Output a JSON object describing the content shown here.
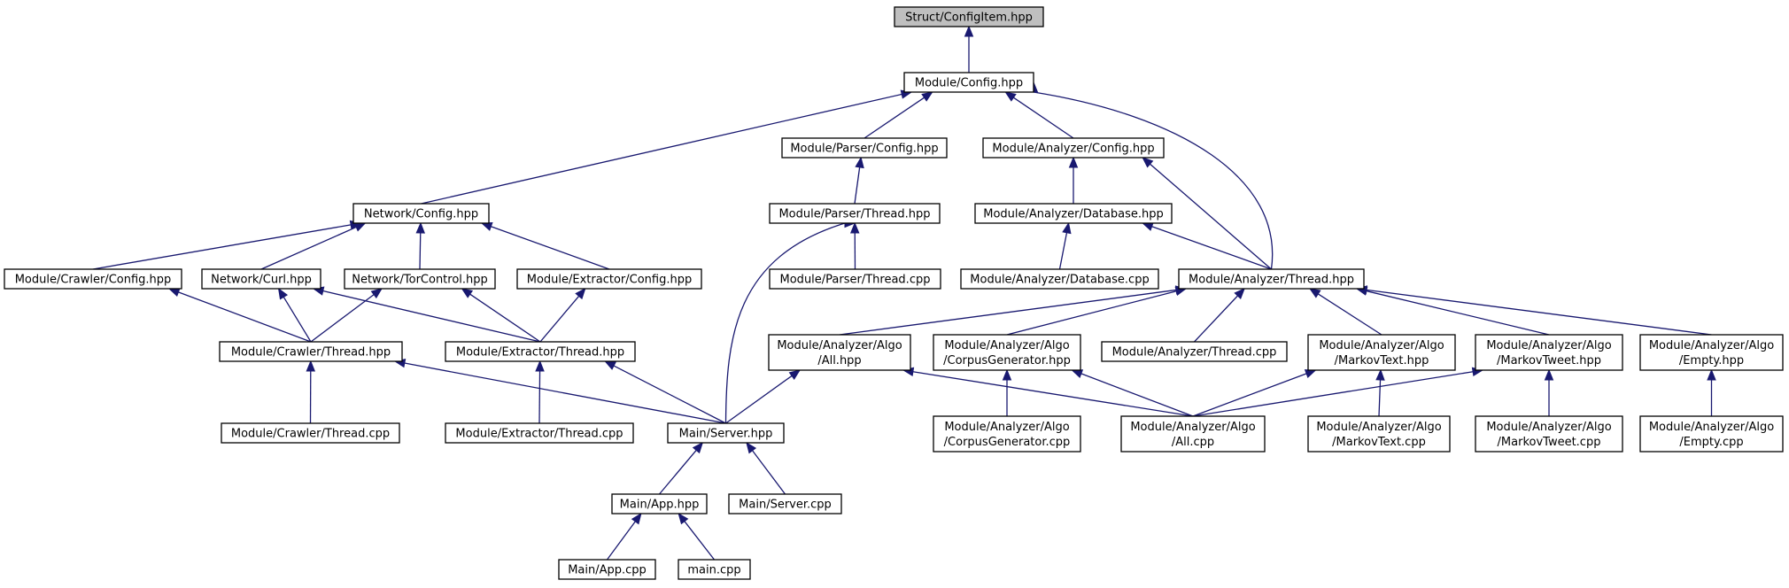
{
  "graph": {
    "nodes": [
      {
        "id": "struct-configitem",
        "lines": [
          "Struct/ConfigItem.hpp"
        ],
        "root": true
      },
      {
        "id": "module-config",
        "lines": [
          "Module/Config.hpp"
        ]
      },
      {
        "id": "module-parser-config",
        "lines": [
          "Module/Parser/Config.hpp"
        ]
      },
      {
        "id": "module-analyzer-config",
        "lines": [
          "Module/Analyzer/Config.hpp"
        ]
      },
      {
        "id": "network-config",
        "lines": [
          "Network/Config.hpp"
        ]
      },
      {
        "id": "module-parser-thread-hpp",
        "lines": [
          "Module/Parser/Thread.hpp"
        ]
      },
      {
        "id": "module-analyzer-database-hpp",
        "lines": [
          "Module/Analyzer/Database.hpp"
        ]
      },
      {
        "id": "module-crawler-config",
        "lines": [
          "Module/Crawler/Config.hpp"
        ]
      },
      {
        "id": "network-curl",
        "lines": [
          "Network/Curl.hpp"
        ]
      },
      {
        "id": "network-torcontrol",
        "lines": [
          "Network/TorControl.hpp"
        ]
      },
      {
        "id": "module-extractor-config",
        "lines": [
          "Module/Extractor/Config.hpp"
        ]
      },
      {
        "id": "module-parser-thread-cpp",
        "lines": [
          "Module/Parser/Thread.cpp"
        ]
      },
      {
        "id": "module-analyzer-database-cpp",
        "lines": [
          "Module/Analyzer/Database.cpp"
        ]
      },
      {
        "id": "module-analyzer-thread-hpp",
        "lines": [
          "Module/Analyzer/Thread.hpp"
        ]
      },
      {
        "id": "module-crawler-thread-hpp",
        "lines": [
          "Module/Crawler/Thread.hpp"
        ]
      },
      {
        "id": "module-extractor-thread-hpp",
        "lines": [
          "Module/Extractor/Thread.hpp"
        ]
      },
      {
        "id": "algo-all-hpp",
        "lines": [
          "Module/Analyzer/Algo",
          "/All.hpp"
        ]
      },
      {
        "id": "algo-corpusgenerator-hpp",
        "lines": [
          "Module/Analyzer/Algo",
          "/CorpusGenerator.hpp"
        ]
      },
      {
        "id": "module-analyzer-thread-cpp",
        "lines": [
          "Module/Analyzer/Thread.cpp"
        ]
      },
      {
        "id": "algo-markovtext-hpp",
        "lines": [
          "Module/Analyzer/Algo",
          "/MarkovText.hpp"
        ]
      },
      {
        "id": "algo-markovtweet-hpp",
        "lines": [
          "Module/Analyzer/Algo",
          "/MarkovTweet.hpp"
        ]
      },
      {
        "id": "algo-empty-hpp",
        "lines": [
          "Module/Analyzer/Algo",
          "/Empty.hpp"
        ]
      },
      {
        "id": "module-crawler-thread-cpp",
        "lines": [
          "Module/Crawler/Thread.cpp"
        ]
      },
      {
        "id": "module-extractor-thread-cpp",
        "lines": [
          "Module/Extractor/Thread.cpp"
        ]
      },
      {
        "id": "main-server-hpp",
        "lines": [
          "Main/Server.hpp"
        ]
      },
      {
        "id": "algo-corpusgenerator-cpp",
        "lines": [
          "Module/Analyzer/Algo",
          "/CorpusGenerator.cpp"
        ]
      },
      {
        "id": "algo-all-cpp",
        "lines": [
          "Module/Analyzer/Algo",
          "/All.cpp"
        ]
      },
      {
        "id": "algo-markovtext-cpp",
        "lines": [
          "Module/Analyzer/Algo",
          "/MarkovText.cpp"
        ]
      },
      {
        "id": "algo-markovtweet-cpp",
        "lines": [
          "Module/Analyzer/Algo",
          "/MarkovTweet.cpp"
        ]
      },
      {
        "id": "algo-empty-cpp",
        "lines": [
          "Module/Analyzer/Algo",
          "/Empty.cpp"
        ]
      },
      {
        "id": "main-app-hpp",
        "lines": [
          "Main/App.hpp"
        ]
      },
      {
        "id": "main-server-cpp",
        "lines": [
          "Main/Server.cpp"
        ]
      },
      {
        "id": "main-app-cpp",
        "lines": [
          "Main/App.cpp"
        ]
      },
      {
        "id": "main-cpp",
        "lines": [
          "main.cpp"
        ]
      }
    ],
    "edges": [
      {
        "from": "module-config",
        "to": "struct-configitem"
      },
      {
        "from": "network-config",
        "to": "module-config"
      },
      {
        "from": "module-parser-config",
        "to": "module-config"
      },
      {
        "from": "module-analyzer-config",
        "to": "module-config"
      },
      {
        "from": "module-analyzer-thread-hpp",
        "to": "module-config"
      },
      {
        "from": "module-parser-thread-hpp",
        "to": "module-parser-config"
      },
      {
        "from": "module-analyzer-database-hpp",
        "to": "module-analyzer-config"
      },
      {
        "from": "module-analyzer-thread-hpp",
        "to": "module-analyzer-config"
      },
      {
        "from": "module-crawler-config",
        "to": "network-config"
      },
      {
        "from": "network-curl",
        "to": "network-config"
      },
      {
        "from": "network-torcontrol",
        "to": "network-config"
      },
      {
        "from": "module-extractor-config",
        "to": "network-config"
      },
      {
        "from": "module-parser-thread-cpp",
        "to": "module-parser-thread-hpp"
      },
      {
        "from": "main-server-hpp",
        "to": "module-parser-thread-hpp"
      },
      {
        "from": "module-analyzer-database-cpp",
        "to": "module-analyzer-database-hpp"
      },
      {
        "from": "module-analyzer-thread-hpp",
        "to": "module-analyzer-database-hpp"
      },
      {
        "from": "module-crawler-thread-hpp",
        "to": "module-crawler-config"
      },
      {
        "from": "module-crawler-thread-hpp",
        "to": "network-curl"
      },
      {
        "from": "module-extractor-thread-hpp",
        "to": "network-curl"
      },
      {
        "from": "module-crawler-thread-hpp",
        "to": "network-torcontrol"
      },
      {
        "from": "module-extractor-thread-hpp",
        "to": "network-torcontrol"
      },
      {
        "from": "module-extractor-thread-hpp",
        "to": "module-extractor-config"
      },
      {
        "from": "module-crawler-thread-cpp",
        "to": "module-crawler-thread-hpp"
      },
      {
        "from": "main-server-hpp",
        "to": "module-crawler-thread-hpp"
      },
      {
        "from": "module-extractor-thread-cpp",
        "to": "module-extractor-thread-hpp"
      },
      {
        "from": "main-server-hpp",
        "to": "module-extractor-thread-hpp"
      },
      {
        "from": "algo-all-hpp",
        "to": "module-analyzer-thread-hpp"
      },
      {
        "from": "algo-corpusgenerator-hpp",
        "to": "module-analyzer-thread-hpp"
      },
      {
        "from": "module-analyzer-thread-cpp",
        "to": "module-analyzer-thread-hpp"
      },
      {
        "from": "algo-markovtext-hpp",
        "to": "module-analyzer-thread-hpp"
      },
      {
        "from": "algo-markovtweet-hpp",
        "to": "module-analyzer-thread-hpp"
      },
      {
        "from": "algo-empty-hpp",
        "to": "module-analyzer-thread-hpp"
      },
      {
        "from": "main-server-hpp",
        "to": "algo-all-hpp"
      },
      {
        "from": "algo-all-cpp",
        "to": "algo-all-hpp"
      },
      {
        "from": "algo-corpusgenerator-cpp",
        "to": "algo-corpusgenerator-hpp"
      },
      {
        "from": "algo-all-cpp",
        "to": "algo-corpusgenerator-hpp"
      },
      {
        "from": "algo-all-cpp",
        "to": "algo-markovtext-hpp"
      },
      {
        "from": "algo-markovtext-cpp",
        "to": "algo-markovtext-hpp"
      },
      {
        "from": "algo-all-cpp",
        "to": "algo-markovtweet-hpp"
      },
      {
        "from": "algo-markovtweet-cpp",
        "to": "algo-markovtweet-hpp"
      },
      {
        "from": "algo-empty-cpp",
        "to": "algo-empty-hpp"
      },
      {
        "from": "main-app-hpp",
        "to": "main-server-hpp"
      },
      {
        "from": "main-server-cpp",
        "to": "main-server-hpp"
      },
      {
        "from": "main-app-cpp",
        "to": "main-app-hpp"
      },
      {
        "from": "main-cpp",
        "to": "main-app-hpp"
      }
    ]
  },
  "colors": {
    "edge": "#191970",
    "node_fill": "#ffffff",
    "root_fill": "#bfbfbf",
    "border": "#000000"
  }
}
